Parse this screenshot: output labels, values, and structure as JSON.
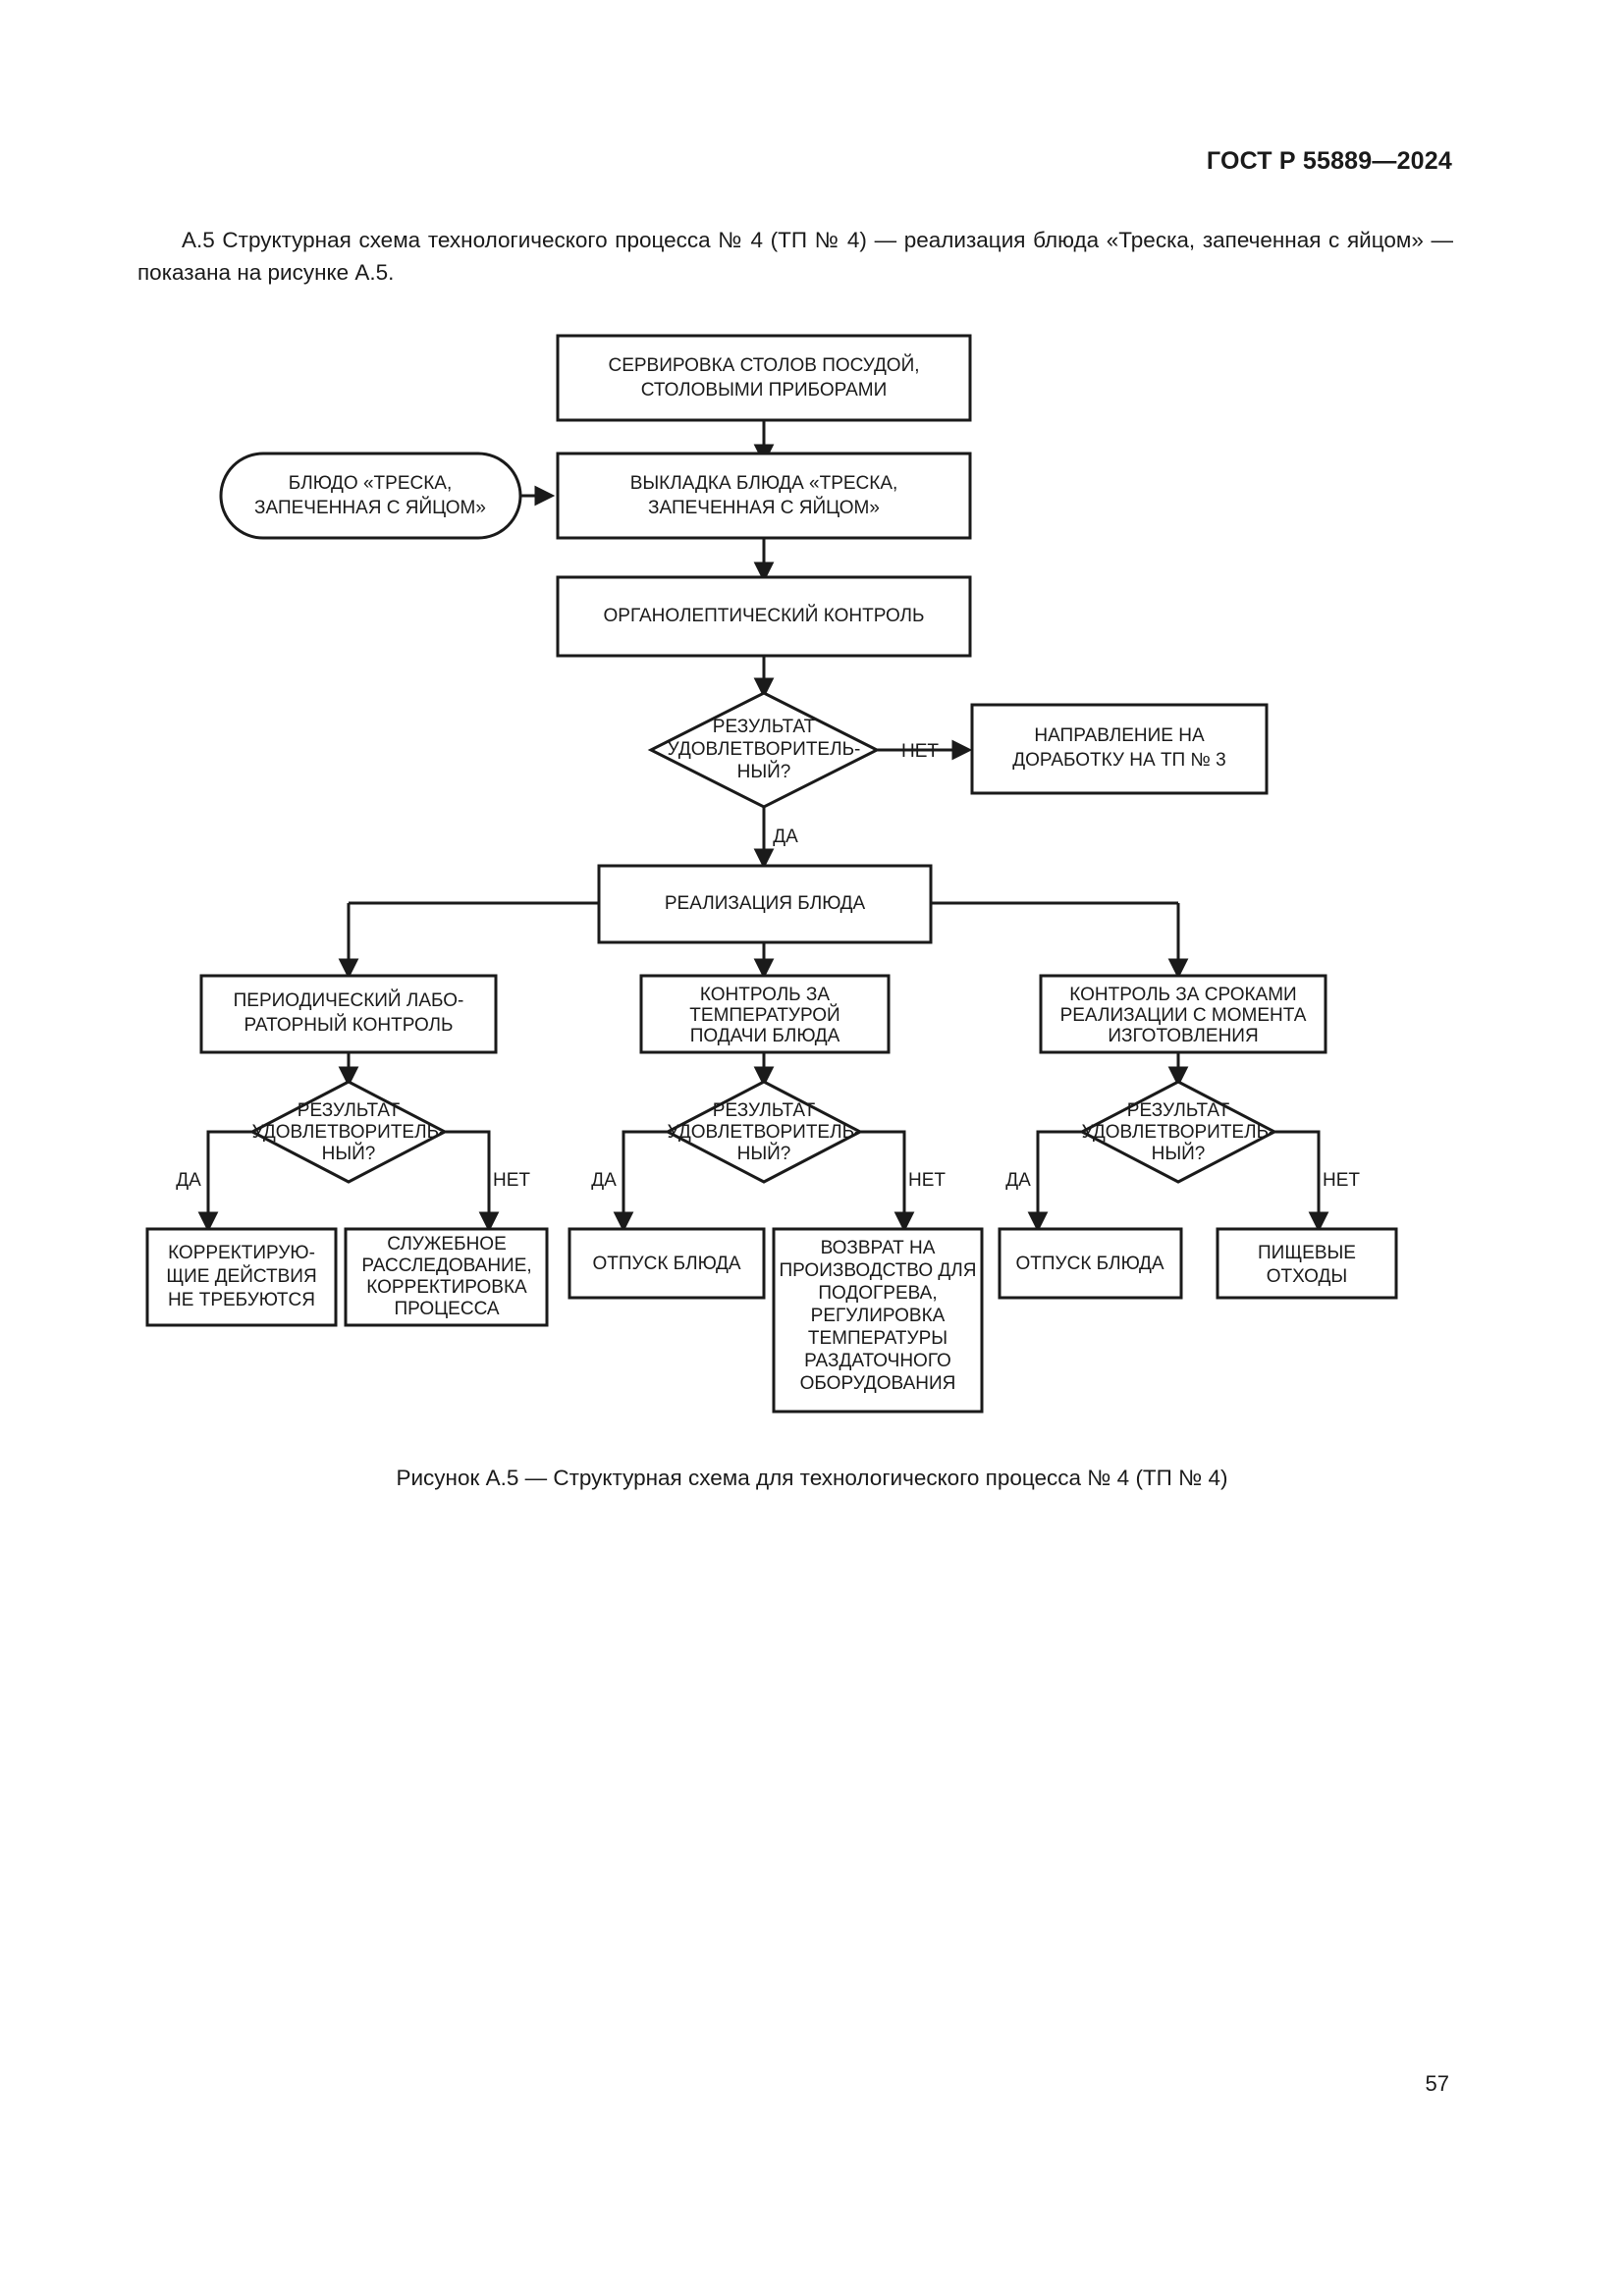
{
  "document": {
    "standard_header": "ГОСТ Р 55889—2024",
    "page_number": "57",
    "intro_paragraph": "А.5 Структурная схема технологического процесса № 4 (ТП № 4) — реализация блюда «Треска, запеченная с яйцом» — показана на рисунке А.5.",
    "figure_caption": "Рисунок А.5 — Структурная схема для технологического процесса № 4 (ТП № 4)"
  },
  "flowchart": {
    "nodes": {
      "serving": {
        "shape": "process",
        "lines": [
          "СЕРВИРОВКА СТОЛОВ ПОСУДОЙ,",
          "СТОЛОВЫМИ ПРИБОРАМИ"
        ]
      },
      "dish": {
        "shape": "terminator",
        "lines": [
          "БЛЮДО «ТРЕСКА,",
          "ЗАПЕЧЕННАЯ С ЯЙЦОМ»"
        ]
      },
      "plating": {
        "shape": "process",
        "lines": [
          "ВЫКЛАДКА БЛЮДА «ТРЕСКА,",
          "ЗАПЕЧЕННАЯ С ЯЙЦОМ»"
        ]
      },
      "organoleptic": {
        "shape": "process",
        "lines": [
          "ОРГАНОЛЕПТИЧЕСКИЙ КОНТРОЛЬ"
        ]
      },
      "decision_main": {
        "shape": "decision",
        "lines": [
          "РЕЗУЛЬТАТ",
          "УДОВЛЕТВОРИТЕЛЬ-",
          "НЫЙ?"
        ]
      },
      "rework": {
        "shape": "process",
        "lines": [
          "НАПРАВЛЕНИЕ НА",
          "ДОРАБОТКУ НА ТП № 3"
        ]
      },
      "realization": {
        "shape": "process",
        "lines": [
          "РЕАЛИЗАЦИЯ БЛЮДА"
        ]
      },
      "lab_control": {
        "shape": "process",
        "lines": [
          "ПЕРИОДИЧЕСКИЙ  ЛАБО-",
          "РАТОРНЫЙ  КОНТРОЛЬ"
        ]
      },
      "temp_control": {
        "shape": "process",
        "lines": [
          "КОНТРОЛЬ ЗА",
          "ТЕМПЕРАТУРОЙ",
          "ПОДАЧИ  БЛЮДА"
        ]
      },
      "time_control": {
        "shape": "process",
        "lines": [
          "КОНТРОЛЬ ЗА СРОКАМИ",
          "РЕАЛИЗАЦИИ С МОМЕНТА",
          "ИЗГОТОВЛЕНИЯ"
        ]
      },
      "decision_lab": {
        "shape": "decision",
        "lines": [
          "РЕЗУЛЬТАТ",
          "УДОВЛЕТВОРИТЕЛЬ-",
          "НЫЙ?"
        ]
      },
      "decision_temp": {
        "shape": "decision",
        "lines": [
          "РЕЗУЛЬТАТ",
          "УДОВЛЕТВОРИТЕЛЬ-",
          "НЫЙ?"
        ]
      },
      "decision_time": {
        "shape": "decision",
        "lines": [
          "РЕЗУЛЬТАТ",
          "УДОВЛЕТВОРИТЕЛЬ-",
          "НЫЙ?"
        ]
      },
      "no_action": {
        "shape": "process",
        "lines": [
          "КОРРЕКТИРУЮ-",
          "ЩИЕ ДЕЙСТВИЯ",
          "НЕ ТРЕБУЮТСЯ"
        ]
      },
      "investigation": {
        "shape": "process",
        "lines": [
          "СЛУЖЕБНОЕ",
          "РАССЛЕДОВАНИЕ,",
          "КОРРЕКТИРОВКА",
          "ПРОЦЕССА"
        ]
      },
      "release_temp": {
        "shape": "process",
        "lines": [
          "ОТПУСК БЛЮДА"
        ]
      },
      "return_production": {
        "shape": "process",
        "lines": [
          "ВОЗВРАТ НА",
          "ПРОИЗВОДСТВО ДЛЯ",
          "ПОДОГРЕВА,",
          "РЕГУЛИРОВКА",
          "ТЕМПЕРАТУРЫ",
          "РАЗДАТОЧНОГО",
          "ОБОРУДОВАНИЯ"
        ]
      },
      "release_time": {
        "shape": "process",
        "lines": [
          "ОТПУСК БЛЮДА"
        ]
      },
      "food_waste": {
        "shape": "process",
        "lines": [
          "ПИЩЕВЫЕ",
          "ОТХОДЫ"
        ]
      }
    },
    "edge_labels": {
      "main_no": "НЕТ",
      "main_yes": "ДА",
      "lab_yes": "ДА",
      "lab_no": "НЕТ",
      "temp_yes": "ДА",
      "temp_no": "НЕТ",
      "time_yes": "ДА",
      "time_no": "НЕТ"
    },
    "colors": {
      "stroke": "#1a1a1a",
      "fill": "#ffffff",
      "text": "#1a1a1a"
    }
  }
}
